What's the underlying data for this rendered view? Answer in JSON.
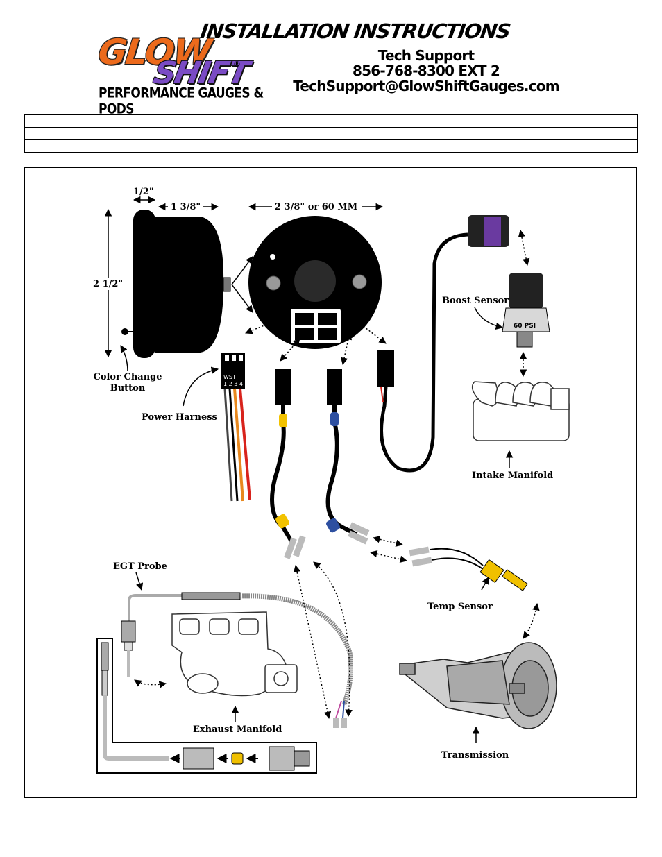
{
  "header": {
    "logo_glow": "GLOW",
    "logo_shift": "SHIFT",
    "logo_reg": "®",
    "logo_tagline": "PERFORMANCE GAUGES & PODS",
    "title": "INSTALLATION INSTRUCTIONS",
    "support_heading": "Tech Support",
    "support_phone": "856-768-8300 EXT 2",
    "support_email": "TechSupport@GlowShiftGauges.com"
  },
  "info_table_rows": 3,
  "diagram": {
    "dimensions": {
      "bezel_width": "1/2\"",
      "body_depth": "1 3/8\"",
      "gauge_diameter": "2 3/8\" or 60 MM",
      "gauge_height": "2 1/2\""
    },
    "labels": {
      "color_change_line1": "Color Change",
      "color_change_line2": "Button",
      "power_harness": "Power Harness",
      "boost_sensor": "Boost Sensor",
      "sensor_psi": "60 PSI",
      "intake_manifold": "Intake Manifold",
      "egt_probe": "EGT Probe",
      "temp_sensor": "Temp Sensor",
      "exhaust_manifold": "Exhaust Manifold",
      "transmission": "Transmission",
      "connector_mark": "WST",
      "pin_numbers": "1 2 3 4"
    },
    "colors": {
      "wire_red": "#d8231c",
      "wire_orange": "#e8881e",
      "wire_yellow_sleeve": "#f2c200",
      "wire_blue_sleeve": "#2d4fa0",
      "sensor_connector": "#6a3aa0",
      "temp_sensor_body": "#f0c000"
    }
  }
}
